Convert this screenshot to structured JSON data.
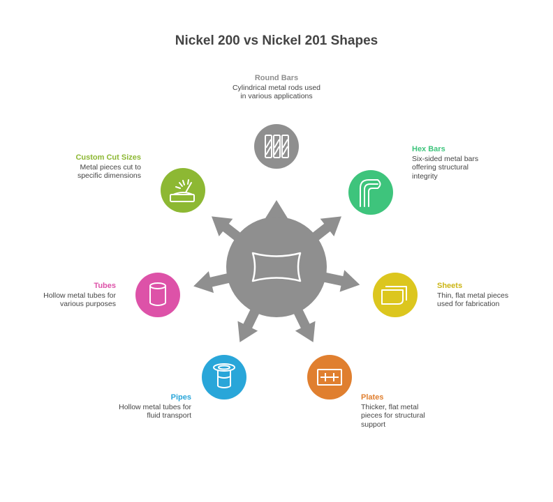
{
  "title": "Nickel 200 vs Nickel 201 Shapes",
  "colors": {
    "hub": "#8f8f8f",
    "arrow": "#8f8f8f",
    "round_bars": "#8f8f8f",
    "hex_bars": "#3ec47c",
    "sheets": "#dcc61e",
    "plates": "#e07f2f",
    "pipes": "#29a6d9",
    "tubes": "#dd52a8",
    "custom_cut": "#8db833"
  },
  "nodes": [
    {
      "id": "round_bars",
      "label": "Round Bars",
      "description": "Cylindrical metal rods used in various applications",
      "icon": "round-bars-icon"
    },
    {
      "id": "hex_bars",
      "label": "Hex Bars",
      "description": "Six-sided metal bars offering structural integrity",
      "icon": "hex-bar-icon"
    },
    {
      "id": "sheets",
      "label": "Sheets",
      "description": "Thin, flat metal pieces used for fabrication",
      "icon": "sheets-icon"
    },
    {
      "id": "plates",
      "label": "Plates",
      "description": "Thicker, flat metal pieces for structural support",
      "icon": "plate-icon"
    },
    {
      "id": "pipes",
      "label": "Pipes",
      "description": "Hollow metal tubes for fluid transport",
      "icon": "pipe-icon"
    },
    {
      "id": "tubes",
      "label": "Tubes",
      "description": "Hollow metal tubes for various purposes",
      "icon": "tube-icon"
    },
    {
      "id": "custom_cut",
      "label": "Custom Cut Sizes",
      "description": "Metal pieces cut to specific dimensions",
      "icon": "cutting-icon"
    }
  ]
}
